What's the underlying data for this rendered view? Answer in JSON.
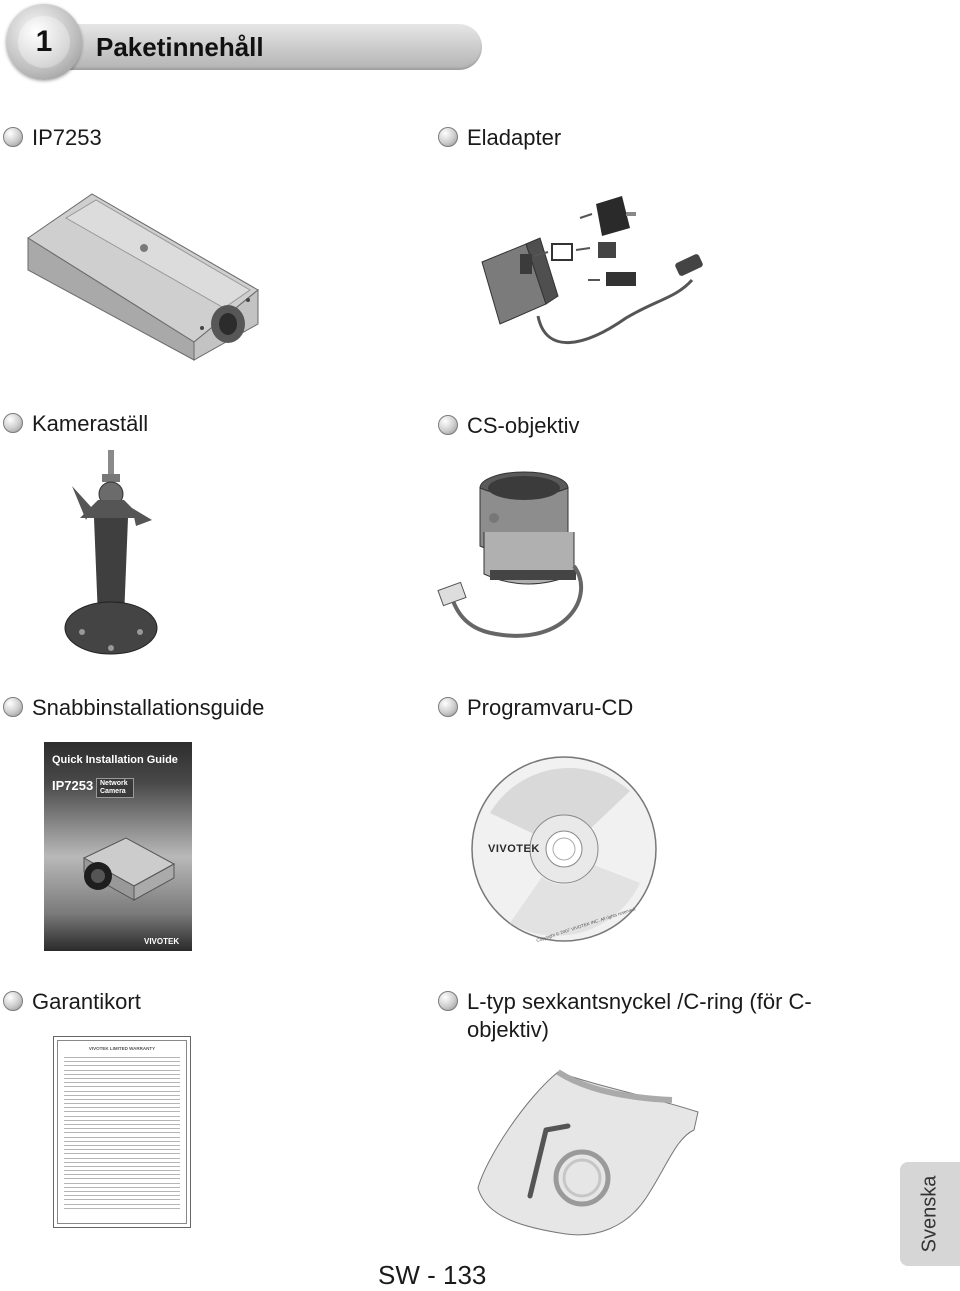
{
  "header": {
    "number": "1",
    "title": "Paketinnehåll"
  },
  "items": [
    {
      "label": "IP7253",
      "icon": "ip-camera"
    },
    {
      "label": "Eladapter",
      "icon": "power-adapter"
    },
    {
      "label": "Kameraställ",
      "icon": "camera-stand"
    },
    {
      "label": "CS-objektiv",
      "icon": "cs-lens"
    },
    {
      "label": "Snabbinstallationsguide",
      "icon": "quick-installation-guide"
    },
    {
      "label": "Programvaru-CD",
      "icon": "software-cd"
    },
    {
      "label": "Garantikort",
      "icon": "warranty-card"
    },
    {
      "label": "L-typ sexkantsnyckel /C-ring (för C-objektiv)",
      "icon": "hex-key-c-ring"
    }
  ],
  "guide_cover": {
    "title": "Quick Installation Guide",
    "model": "IP7253",
    "badge": "Network Camera",
    "logo": "VIVOTEK"
  },
  "cd": {
    "logo": "VIVOTEK",
    "copyright": "Copyright © 2007 VIVOTEK INC. All rights reserved."
  },
  "warranty_card": {
    "title": "VIVOTEK LIMITED WARRANTY"
  },
  "side_tab": "Svenska",
  "page_number": "SW - 133"
}
